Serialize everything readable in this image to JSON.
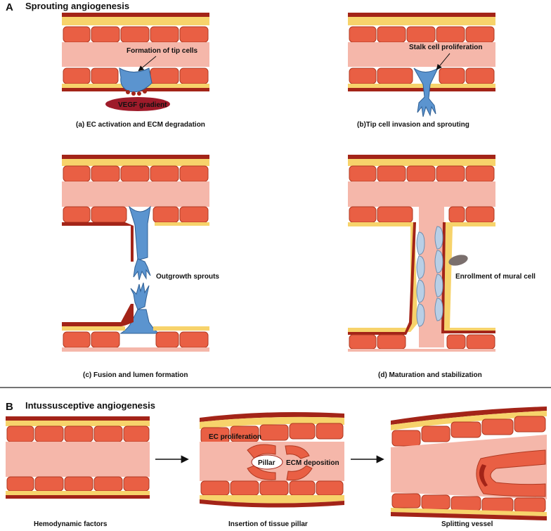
{
  "panel_a": {
    "letter": "A",
    "title": "Sprouting angiogenesis",
    "steps": [
      {
        "caption": "(a) EC activation and ECM degradation",
        "labels": [
          "Formation of tip cells",
          "VEGF gradient"
        ]
      },
      {
        "caption": "(b)Tip cell invasion and sprouting",
        "labels": [
          "Stalk cell proliferation"
        ]
      },
      {
        "caption": "(c) Fusion and lumen formation",
        "labels": [
          "Outgrowth sprouts"
        ]
      },
      {
        "caption": "(d) Maturation and stabilization",
        "labels": [
          "Enrollment of mural cell"
        ]
      }
    ]
  },
  "panel_b": {
    "letter": "B",
    "title": "Intussusceptive angiogenesis",
    "steps": [
      {
        "caption": "Hemodynamic factors"
      },
      {
        "caption": "Insertion of tissue pillar",
        "labels": [
          "EC proliferation",
          "Pillar",
          "ECM deposition"
        ]
      },
      {
        "caption": "Splitting vessel"
      }
    ]
  },
  "colors": {
    "endothelial_cell": "#e95f44",
    "lumen": "#f5b7aa",
    "basement_wall": "#a32418",
    "ecm_layer": "#f7d36b",
    "tip_cell": "#5b94cf",
    "mural_cell": "#7a6f6d"
  }
}
